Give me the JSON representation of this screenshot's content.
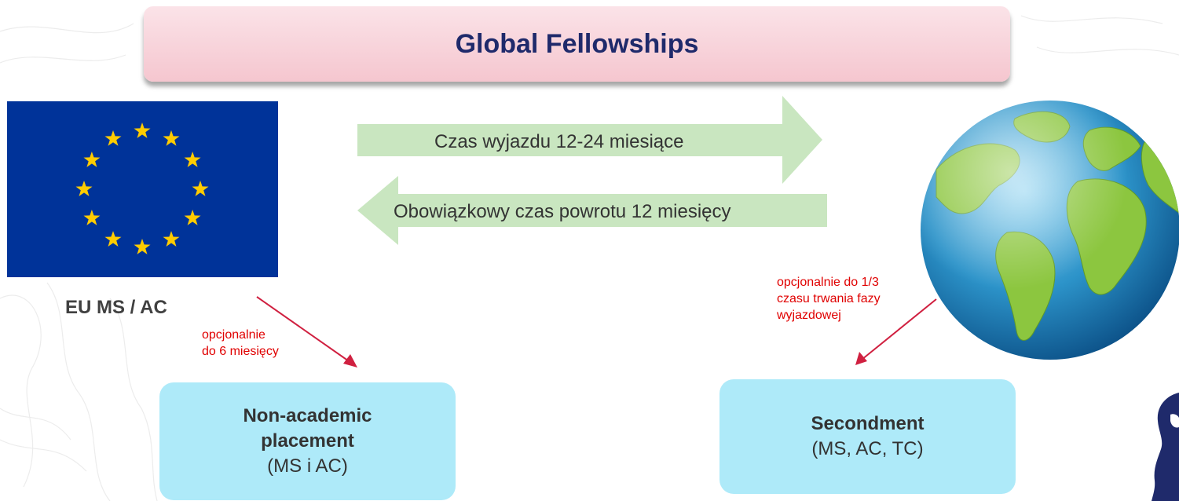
{
  "title": "Global Fellowships",
  "eu_label": "EU MS / AC",
  "arrows": {
    "outgoing": "Czas wyjazdu 12-24 miesiące",
    "return": "Obowiązkowy czas powrotu 12 miesięcy"
  },
  "notes": {
    "left": [
      "opcjonalnie",
      "do 6 miesięcy"
    ],
    "right": [
      "opcjonalnie do 1/3",
      "czasu trwania fazy",
      "wyjazdowej"
    ]
  },
  "boxes": {
    "nonacademic": {
      "title_line1": "Non-academic",
      "title_line2": "placement",
      "sub": "(MS i AC)"
    },
    "secondment": {
      "title": "Secondment",
      "sub": "(MS, AC, TC)"
    }
  },
  "colors": {
    "title_text": "#1f2a6b",
    "banner": "#f5c6cf",
    "arrow": "#c9e6c0",
    "box": "#aeeaf9",
    "note": "#e00000",
    "connector": "#d02040",
    "eu_blue": "#003399",
    "eu_star": "#ffcc00"
  }
}
